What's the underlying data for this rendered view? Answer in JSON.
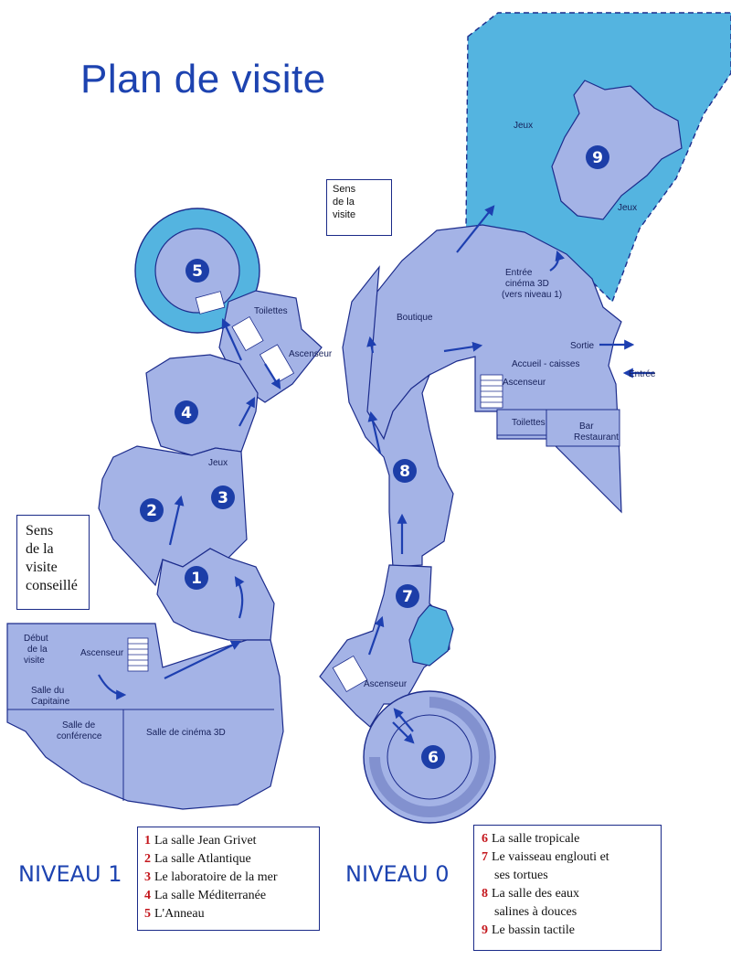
{
  "title": "Plan de visite",
  "levels": {
    "n1": "NIVEAU 1",
    "n0": "NIVEAU 0"
  },
  "sens_box_level1": [
    "Sens",
    "de la",
    "visite",
    "conseillé"
  ],
  "sens_box_level0": [
    "Sens",
    "de la",
    "visite"
  ],
  "legend_level1": [
    {
      "num": "1",
      "label": "La salle Jean Grivet"
    },
    {
      "num": "2",
      "label": "La salle Atlantique"
    },
    {
      "num": "3",
      "label": "Le laboratoire de la mer"
    },
    {
      "num": "4",
      "label": "La salle Méditerranée"
    },
    {
      "num": "5",
      "label": "L'Anneau"
    }
  ],
  "legend_level0": [
    {
      "num": "6",
      "label": "La salle tropicale"
    },
    {
      "num": "7",
      "label": "Le vaisseau englouti et"
    },
    {
      "num": "",
      "label": "ses tortues"
    },
    {
      "num": "8",
      "label": "La salle des eaux"
    },
    {
      "num": "",
      "label": "salines à douces"
    },
    {
      "num": "9",
      "label": "Le bassin tactile"
    }
  ],
  "markers": [
    "1",
    "2",
    "3",
    "4",
    "5",
    "6",
    "7",
    "8",
    "9"
  ],
  "labels_level1": {
    "toilettes": "Toilettes",
    "ascenseur_top": "Ascenseur",
    "jeux": "Jeux",
    "debut": [
      "Début",
      "de la",
      "visite"
    ],
    "ascenseur_bottom": "Ascenseur",
    "salle_capitaine": [
      "Salle du",
      "Capitaine"
    ],
    "salle_conference": [
      "Salle de",
      "conférence"
    ],
    "salle_cinema": "Salle de cinéma 3D"
  },
  "labels_level0": {
    "jeux_top": "Jeux",
    "jeux_right": "Jeux",
    "entree_cinema": [
      "Entrée",
      "cinéma 3D",
      "(vers niveau 1)"
    ],
    "boutique": "Boutique",
    "sortie": "Sortie",
    "accueil": "Accueil - caisses",
    "entree": "Entrée",
    "ascenseur": "Ascenseur",
    "toilettes": "Toilettes",
    "bar": [
      "Bar",
      "Restaurant"
    ],
    "ascenseur_bottom": "Ascenseur"
  },
  "colors": {
    "floor": "#a4b3e6",
    "outline": "#1c2c8c",
    "water": "#54b4e0",
    "arrow": "#1d3fb0",
    "marker": "#1c3ea8",
    "legend_number": "#c4161c",
    "title": "#1d43b0"
  }
}
